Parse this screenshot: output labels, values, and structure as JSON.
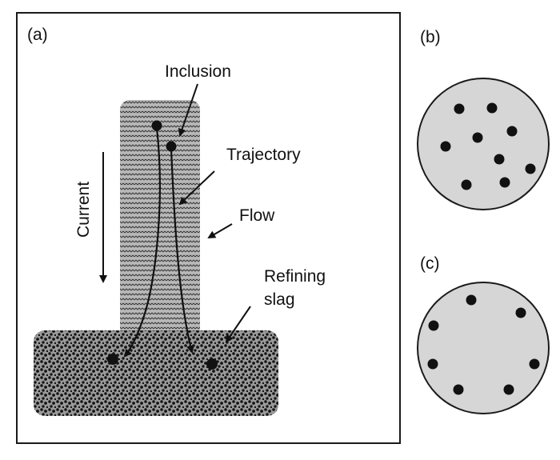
{
  "panels": {
    "a": {
      "label": "(a)"
    },
    "b": {
      "label": "(b)"
    },
    "c": {
      "label": "(c)"
    }
  },
  "labels": {
    "inclusion": "Inclusion",
    "trajectory": "Trajectory",
    "flow": "Flow",
    "current": "Current",
    "refining_line1": "Refining",
    "refining_line2": "slag"
  },
  "colors": {
    "ink": "#111111",
    "disc_fill": "#d6d6d6",
    "frame": "#1a1a1a"
  }
}
